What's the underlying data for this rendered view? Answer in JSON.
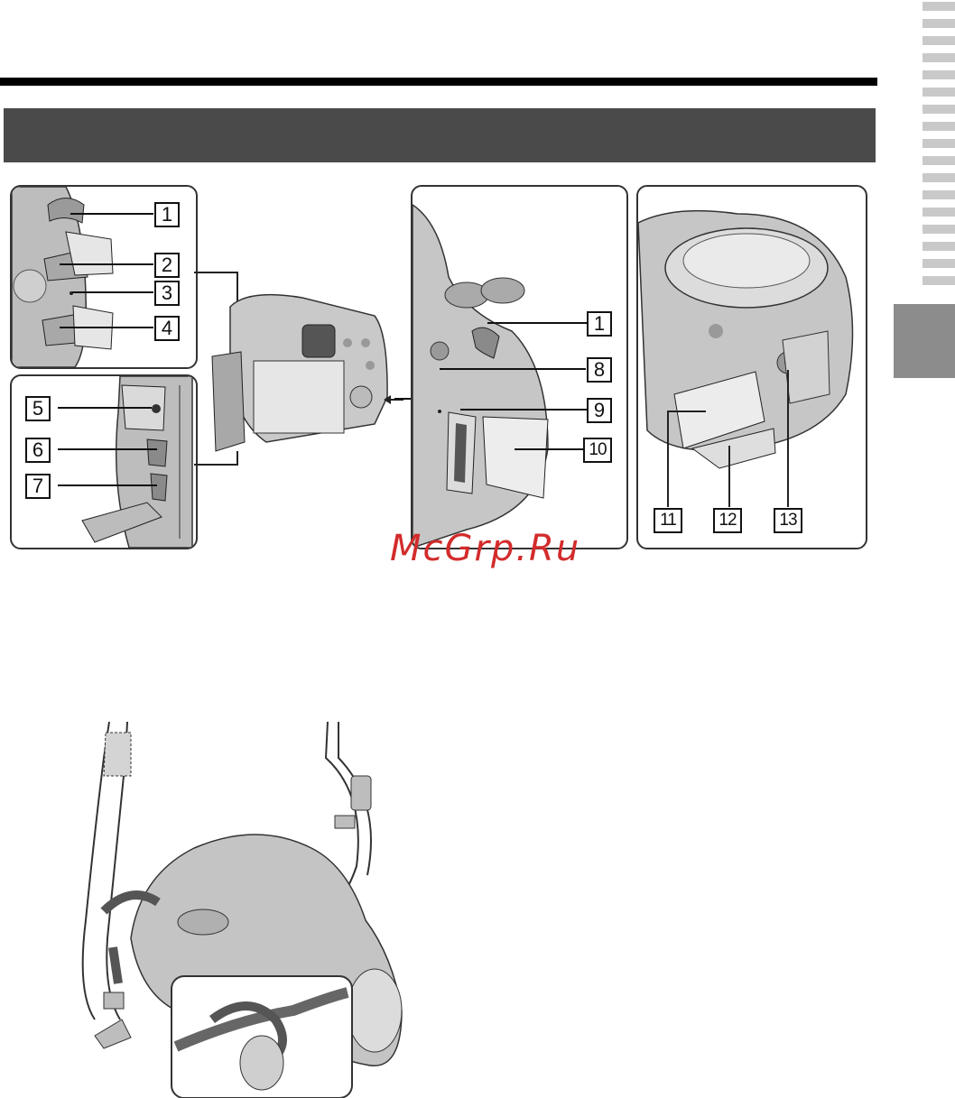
{
  "page": {
    "section_header_text": ""
  },
  "callouts": {
    "left_top": [
      "1",
      "2",
      "3",
      "4"
    ],
    "left_bottom": [
      "5",
      "6",
      "7"
    ],
    "middle": [
      "1",
      "8",
      "9",
      "10"
    ],
    "right": [
      "11",
      "12",
      "13"
    ]
  },
  "watermark": "McGrp.Ru",
  "side_tabs": {
    "count": 17,
    "color": "#c9c9c9",
    "active_block_color": "#8c8c8c"
  },
  "colors": {
    "section_band": "#4a4a4a",
    "rule": "#000000",
    "watermark": "#d32b2b"
  }
}
